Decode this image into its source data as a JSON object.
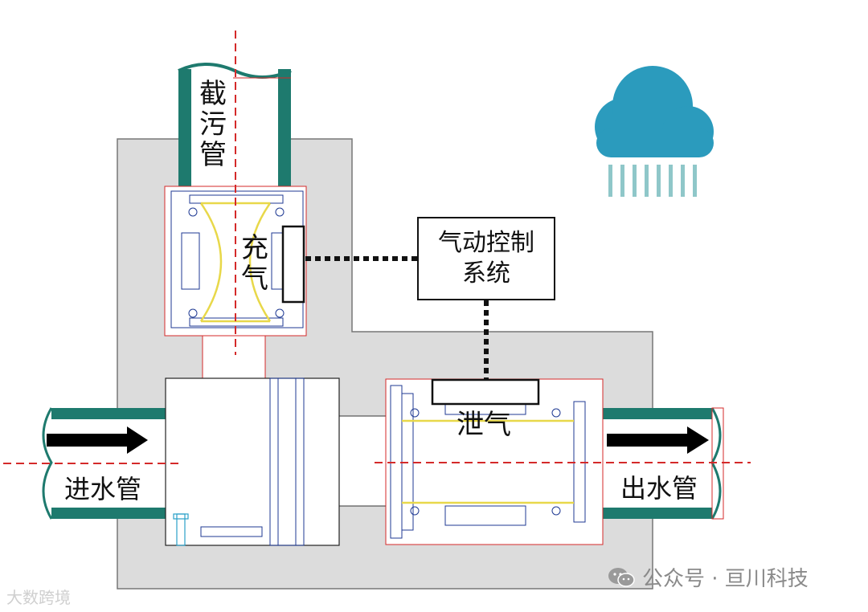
{
  "labels": {
    "intercept_pipe": [
      "截",
      "污",
      "管"
    ],
    "inflate": [
      "充",
      "气"
    ],
    "deflate": "泄气",
    "inlet": "进水管",
    "outlet": "出水管",
    "control_system_line1": "气动控制",
    "control_system_line2": "系统"
  },
  "watermark": {
    "publisher": "公众号 · 亘川科技",
    "stamp": "大数跨境"
  },
  "colors": {
    "pipe_green": "#1e7a6e",
    "chamber_gray": "#dcdcdc",
    "centerline_red": "#d42a2a",
    "outline_blue": "#1f3a93",
    "bladder_yellow": "#e8d84a",
    "cloud_blue": "#2b9bbd",
    "rain_teal": "#8fc7c9"
  },
  "icons": [
    "rain-cloud-icon",
    "flow-arrow-icon",
    "wechat-icon"
  ]
}
